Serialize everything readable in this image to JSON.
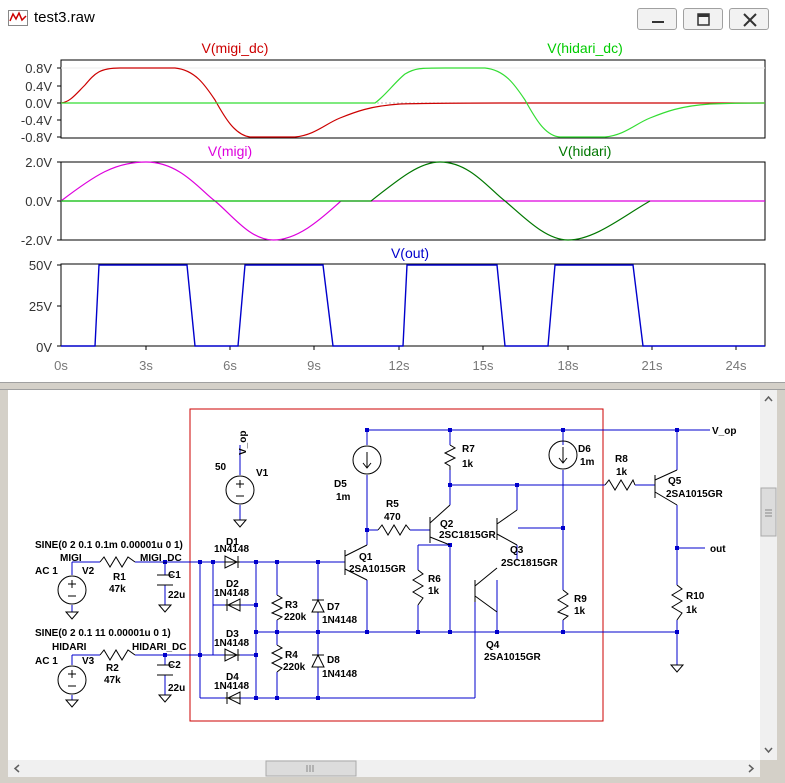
{
  "window": {
    "title": "test3.raw"
  },
  "plots": [
    {
      "traces": [
        {
          "name": "V(migi_dc)",
          "color": "#cc0000"
        },
        {
          "name": "V(hidari_dc)",
          "color": "#00cc00"
        }
      ],
      "yticks": [
        "0.8V",
        "0.4V",
        "0.0V",
        "-0.4V",
        "-0.8V"
      ]
    },
    {
      "traces": [
        {
          "name": "V(migi)",
          "color": "#dd00dd"
        },
        {
          "name": "V(hidari)",
          "color": "#007700"
        }
      ],
      "yticks": [
        "2.0V",
        "0.0V",
        "-2.0V"
      ]
    },
    {
      "traces": [
        {
          "name": "V(out)",
          "color": "#0000cc"
        }
      ],
      "yticks": [
        "50V",
        "25V",
        "0V"
      ]
    }
  ],
  "xticks": [
    "0s",
    "3s",
    "6s",
    "9s",
    "12s",
    "15s",
    "18s",
    "21s",
    "24s"
  ],
  "schematic": {
    "sources": {
      "v1": {
        "ref": "V1",
        "value": "50",
        "net": "V_op"
      },
      "v2": {
        "ref": "V2",
        "ac": "AC 1",
        "sine": "SINE(0 2 0.1 0.1m 0.00001u 0 1)",
        "net": "MIGI"
      },
      "v3": {
        "ref": "V3",
        "ac": "AC 1",
        "sine": "SINE(0 2 0.1 11 0.00001u 0 1)",
        "net": "HIDARI"
      }
    },
    "resistors": [
      {
        "ref": "R1",
        "value": "47k"
      },
      {
        "ref": "R2",
        "value": "47k"
      },
      {
        "ref": "R3",
        "value": "220k"
      },
      {
        "ref": "R4",
        "value": "220k"
      },
      {
        "ref": "R5",
        "value": "470"
      },
      {
        "ref": "R6",
        "value": "1k"
      },
      {
        "ref": "R7",
        "value": "1k"
      },
      {
        "ref": "R8",
        "value": "1k"
      },
      {
        "ref": "R9",
        "value": "1k"
      },
      {
        "ref": "R10",
        "value": "1k"
      }
    ],
    "caps": [
      {
        "ref": "C1",
        "value": "22u"
      },
      {
        "ref": "C2",
        "value": "22u"
      }
    ],
    "diodes": [
      {
        "ref": "D1",
        "value": "1N4148"
      },
      {
        "ref": "D2",
        "value": "1N4148"
      },
      {
        "ref": "D3",
        "value": "1N4148"
      },
      {
        "ref": "D4",
        "value": "1N4148"
      },
      {
        "ref": "D7",
        "value": "1N4148"
      },
      {
        "ref": "D8",
        "value": "1N4148"
      }
    ],
    "currents": [
      {
        "ref": "D5",
        "value": "1m"
      },
      {
        "ref": "D6",
        "value": "1m"
      }
    ],
    "transistors": [
      {
        "ref": "Q1",
        "value": "2SA1015GR"
      },
      {
        "ref": "Q2",
        "value": "2SC1815GR"
      },
      {
        "ref": "Q3",
        "value": "2SC1815GR"
      },
      {
        "ref": "Q4",
        "value": "2SA1015GR"
      },
      {
        "ref": "Q5",
        "value": "2SA1015GR"
      }
    ],
    "nets": {
      "migi_dc": "MIGI_DC",
      "hidari_dc": "HIDARI_DC",
      "vop": "V_op",
      "out": "out"
    }
  }
}
